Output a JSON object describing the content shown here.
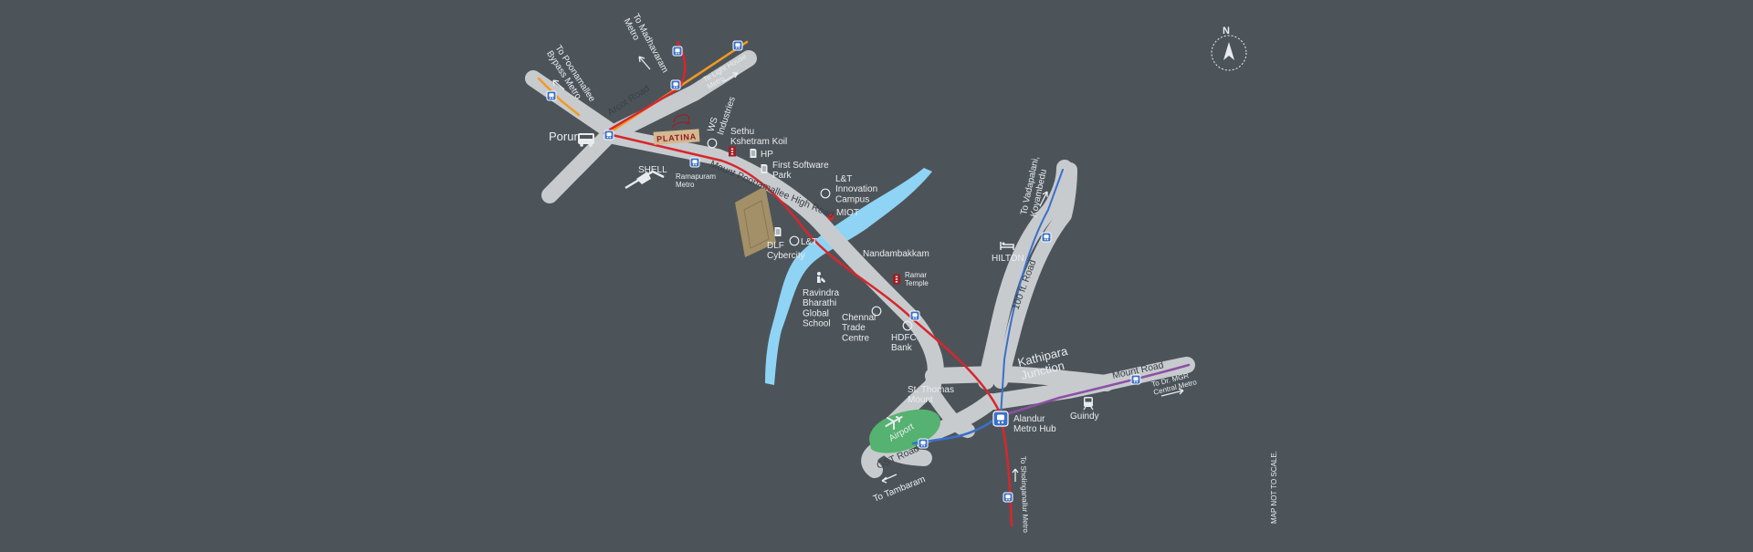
{
  "colors": {
    "background": "#4d5459",
    "road": "#c7cbce",
    "metro_red": "#d7262c",
    "metro_blue": "#3a70c9",
    "metro_purple": "#8e4fa6",
    "metro_orange": "#f39a21",
    "water": "#8fd4f5",
    "airport": "#55b270",
    "brand_red": "#9b1e26",
    "brand_gold": "#d5b790",
    "dlf_block": "#a39068"
  },
  "compass": {
    "label": "N"
  },
  "note": "MAP NOT TO SCALE.",
  "brand": {
    "name": "PLATINA"
  },
  "roads": {
    "arcot": "Arcot Road",
    "mount_poonamallee": "Mount Poonamallee High Road",
    "hundred_ft": "100 ft. Road",
    "mount_road": "Mount Road",
    "gst": "GST Road"
  },
  "directions": {
    "madhavaram": "To Madhavaram Metro",
    "poonamallee": "To Poonamallee Bypass Metro",
    "light_house": "To Light House Metro",
    "vadapalani": "To Vadapalani, Koyambedu",
    "mgr": "To Dr. MGR Central Metro",
    "tambaram": "To Tambaram",
    "sholinganallur": "To Sholinganallur Metro"
  },
  "places": {
    "porur": "Porur",
    "ramapuram": "Ramapuram Metro",
    "shell": "SHELL",
    "ws": "WS Industries",
    "sethu": "Sethu Kshetram Koil",
    "hp": "HP",
    "first_software": "First Software Park",
    "lt_campus": "L&T Innovation Campus",
    "miot": "MIOT",
    "dlf": "DLF Cybercity",
    "lt": "L&T",
    "nandambakkam": "Nandambakkam",
    "ravindra": "Ravindra Bharathi Global School",
    "ramar": "Ramar Temple",
    "trade_centre": "Chennai Trade Centre",
    "hdfc": "HDFC Bank",
    "hilton": "HILTON",
    "kathipara": "Kathipara Junction",
    "st_thomas": "St. Thomas Mount",
    "alandur": "Alandur Metro Hub",
    "guindy": "Guindy",
    "airport": "Airport"
  }
}
